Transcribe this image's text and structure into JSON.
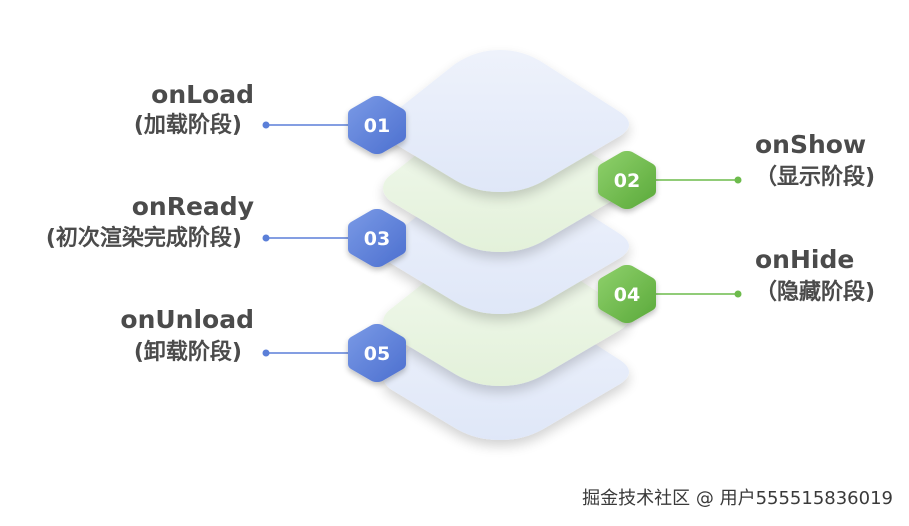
{
  "stages": [
    {
      "number": "01",
      "name": "onLoad",
      "desc": "(加载阶段)",
      "color": "#5b7fd8"
    },
    {
      "number": "02",
      "name": "onShow",
      "desc": "（显示阶段)",
      "color": "#6dbb4c"
    },
    {
      "number": "03",
      "name": "onReady",
      "desc": "(初次渲染完成阶段)",
      "color": "#5b7fd8"
    },
    {
      "number": "04",
      "name": "onHide",
      "desc": "（隐藏阶段)",
      "color": "#6dbb4c"
    },
    {
      "number": "05",
      "name": "onUnload",
      "desc": "(卸载阶段)",
      "color": "#5b7fd8"
    }
  ],
  "watermark": "掘金技术社区 @ 用户555515836019",
  "colors": {
    "blue": "#5b7fd8",
    "green": "#6dbb4c",
    "text": "#4b4b4b"
  }
}
